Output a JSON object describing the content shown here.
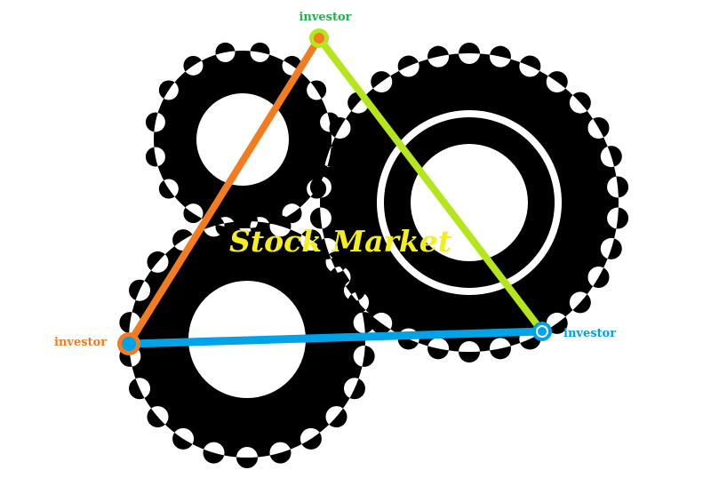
{
  "title": "Stock Market",
  "investors": [
    {
      "label": "investor",
      "color": "#22b14c",
      "node_color": "#b5e61d",
      "node_center": "#f37c21"
    },
    {
      "label": "investor",
      "color": "#f37c21",
      "node_color": "#f37c21",
      "node_center": "#00a2e8"
    },
    {
      "label": "investor",
      "color": "#00a2e8",
      "node_color": "#00a2e8",
      "node_center": "#00a2e8"
    }
  ],
  "links": [
    {
      "from": "top",
      "to": "left",
      "color": "#f37c21"
    },
    {
      "from": "top",
      "to": "right",
      "color": "#b5e61d"
    },
    {
      "from": "left",
      "to": "right",
      "color": "#00a2e8"
    }
  ],
  "colors": {
    "gear": "#000000",
    "background": "#ffffff",
    "title": "#f5ee1f"
  },
  "icons": [
    "gear-icon",
    "gear-icon",
    "gear-icon"
  ]
}
